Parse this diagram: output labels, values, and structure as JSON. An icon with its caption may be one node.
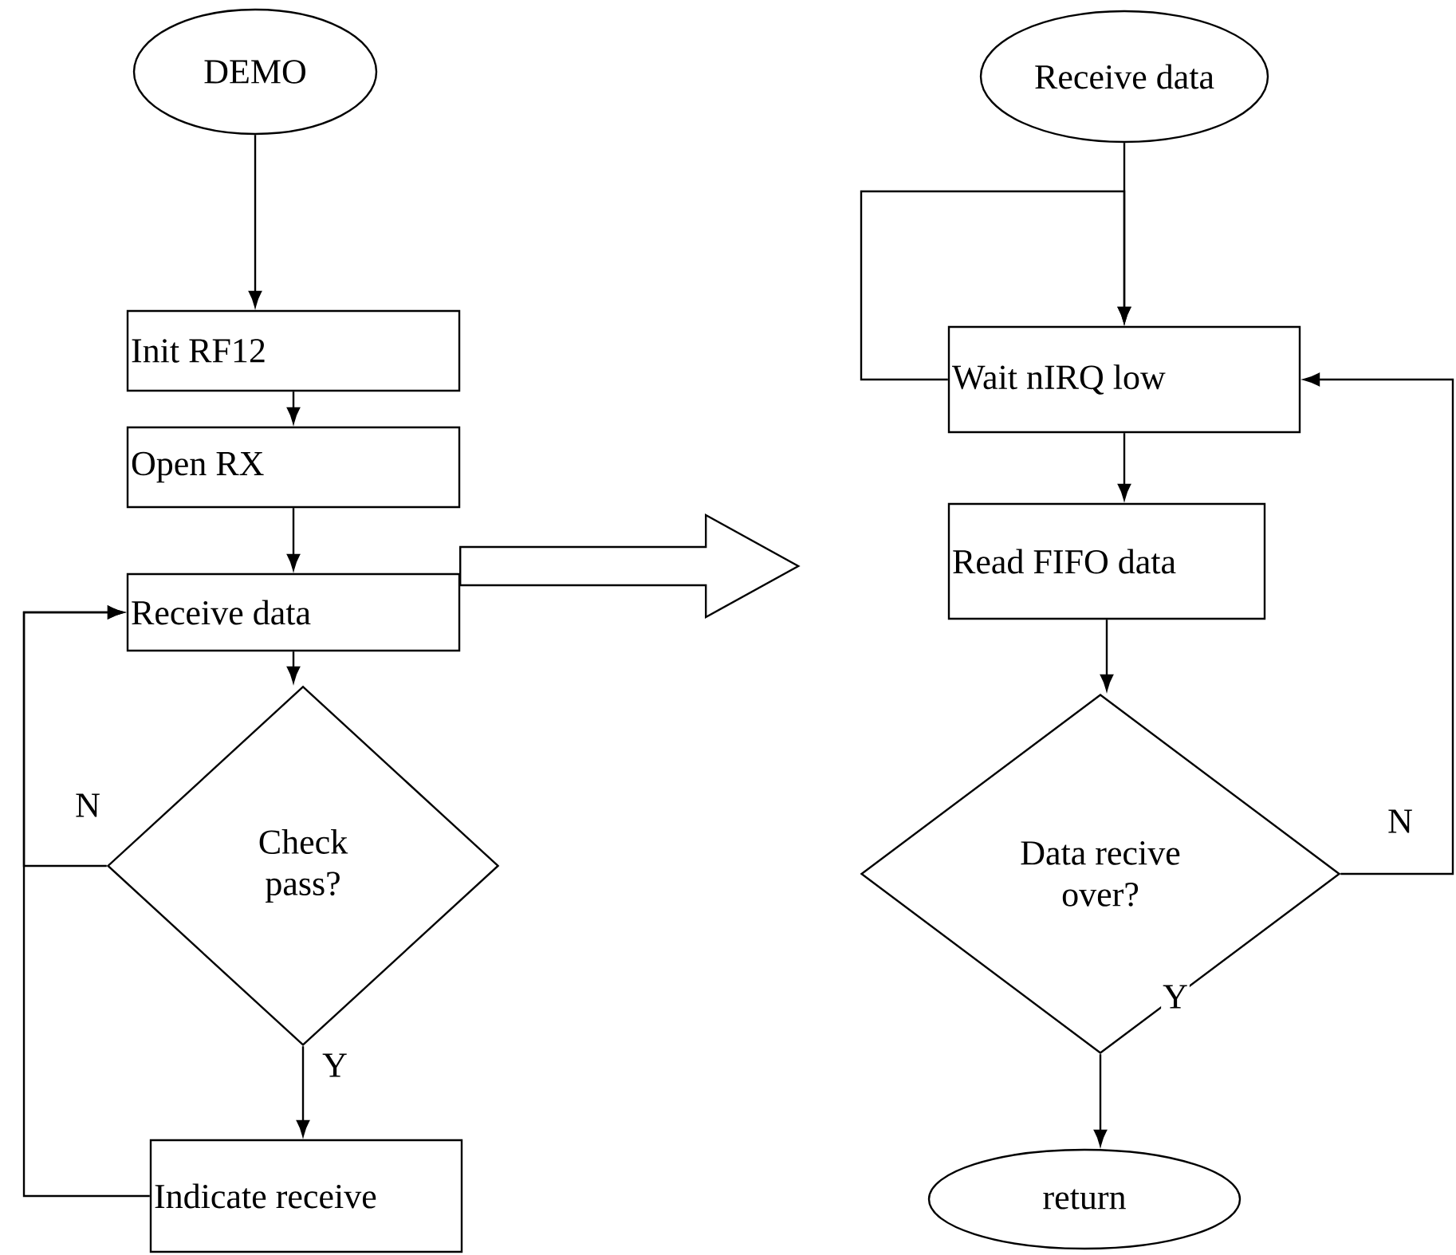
{
  "diagram": {
    "nodes": [
      {
        "text": [
          "DEMO"
        ]
      },
      {
        "text": [
          "Init RF12"
        ]
      },
      {
        "text": [
          "Open RX"
        ]
      },
      {
        "text": [
          "Receive data"
        ]
      },
      {
        "text": [
          "Check pass?"
        ]
      },
      {
        "text": [
          "Indicate receive"
        ]
      },
      {
        "text": [
          "Receive data"
        ]
      },
      {
        "text": [
          "Wait nIRQ low"
        ]
      },
      {
        "text": [
          "Read FIFO data"
        ]
      },
      {
        "text": [
          "Data recive over?"
        ]
      },
      {
        "text": [
          "return"
        ]
      }
    ],
    "edges": [
      {
        "from": 0,
        "to": 1,
        "arrow": "to"
      },
      {
        "from": 1,
        "to": 2,
        "arrow": "to"
      },
      {
        "from": 2,
        "to": 3,
        "arrow": "to"
      },
      {
        "from": 3,
        "to": 4,
        "arrow": "to"
      },
      {
        "from": 4,
        "to": 5,
        "arrow": "to",
        "label": "Y"
      },
      {
        "from": 4,
        "to": 3,
        "arrow": "to",
        "label": "N"
      },
      {
        "from": 5,
        "to": 3,
        "arrow": "to"
      },
      {
        "from": 3,
        "to": null,
        "arrow": "to",
        "style": "thick"
      },
      {
        "from": 6,
        "to": 7,
        "arrow": "to"
      },
      {
        "from": 7,
        "to": 7,
        "arrow": "to"
      },
      {
        "from": 7,
        "to": 8,
        "arrow": "to"
      },
      {
        "from": 8,
        "to": 9,
        "arrow": "to"
      },
      {
        "from": 9,
        "to": 10,
        "arrow": "to",
        "label": "Y"
      },
      {
        "from": 9,
        "to": 7,
        "arrow": "to",
        "label": "N"
      }
    ]
  }
}
